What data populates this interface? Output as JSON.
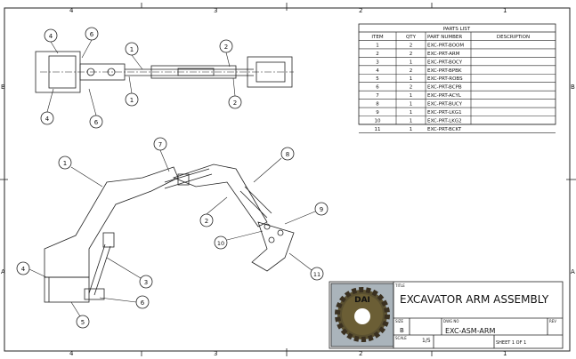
{
  "zones": {
    "top": [
      "4",
      "3",
      "2",
      "1"
    ],
    "bottom": [
      "4",
      "3",
      "2",
      "1"
    ],
    "side": [
      "B",
      "A"
    ]
  },
  "parts_list": {
    "title": "PARTS LIST",
    "headers": [
      "ITEM",
      "QTY",
      "PART NUMBER",
      "DESCRIPTION"
    ],
    "rows": [
      [
        "1",
        "2",
        "EXC-PRT-BOOM",
        ""
      ],
      [
        "2",
        "2",
        "EXC-PRT-ARM",
        ""
      ],
      [
        "3",
        "1",
        "EXC-PRT-BOCY",
        ""
      ],
      [
        "4",
        "2",
        "EXC-PRT-BPBK",
        ""
      ],
      [
        "5",
        "1",
        "EXC-PRT-ROBS",
        ""
      ],
      [
        "6",
        "2",
        "EXC-PRT-BCPB",
        ""
      ],
      [
        "7",
        "1",
        "EXC-PRT-ACYL",
        ""
      ],
      [
        "8",
        "1",
        "EXC-PRT-BUCY",
        ""
      ],
      [
        "9",
        "1",
        "EXC-PRT-LKG1",
        ""
      ],
      [
        "10",
        "1",
        "EXC-PRT-LKG2",
        ""
      ],
      [
        "11",
        "1",
        "EXC-PRT-BCKT",
        ""
      ]
    ]
  },
  "title_block": {
    "title_label": "TITLE",
    "title": "EXCAVATOR ARM ASSEMBLY",
    "size_label": "SIZE",
    "size": "B",
    "dwg_label": "DWG NO",
    "dwg_no": "EXC-ASM-ARM",
    "rev_label": "REV",
    "scale_label": "SCALE",
    "scale": "1/5",
    "sheet": "SHEET 1  OF 1",
    "logo_text": "DAI"
  },
  "balloons": {
    "top_view": [
      "4",
      "6",
      "1",
      "2",
      "1",
      "2",
      "4",
      "6"
    ],
    "side_view": [
      "7",
      "1",
      "8",
      "9",
      "2",
      "10",
      "11",
      "3",
      "6",
      "4",
      "5"
    ]
  }
}
